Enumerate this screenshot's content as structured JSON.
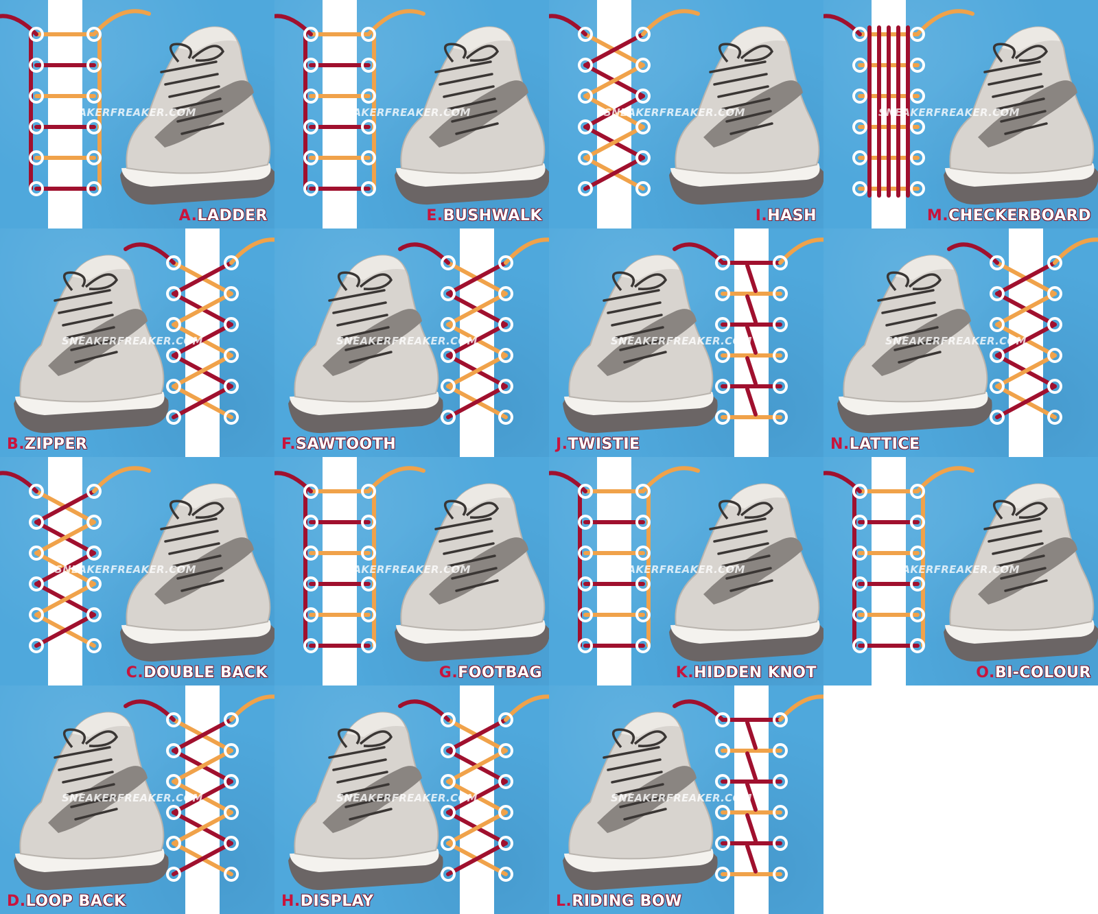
{
  "watermark": "SNEAKERFREAKER.COM",
  "colors": {
    "background": "#4fa8dc",
    "lace_red": "#a0102e",
    "lace_orange": "#f0a24a",
    "strip": "#ffffff",
    "eyelet": "#ffffff"
  },
  "panels": [
    {
      "id": "ladder",
      "letter": "A.",
      "name": "LADDER",
      "col": 0,
      "row": 0,
      "side": "left",
      "pattern": "ladder"
    },
    {
      "id": "bushwalk",
      "letter": "E.",
      "name": "BUSHWALK",
      "col": 1,
      "row": 0,
      "side": "left",
      "pattern": "bars"
    },
    {
      "id": "hash",
      "letter": "I.",
      "name": "HASH",
      "col": 2,
      "row": 0,
      "side": "left",
      "pattern": "cross"
    },
    {
      "id": "checkerboard",
      "letter": "M.",
      "name": "CHECKERBOARD",
      "col": 3,
      "row": 0,
      "side": "left",
      "pattern": "checker"
    },
    {
      "id": "zipper",
      "letter": "B.",
      "name": "ZIPPER",
      "col": 0,
      "row": 1,
      "side": "right",
      "pattern": "cross"
    },
    {
      "id": "sawtooth",
      "letter": "F.",
      "name": "SAWTOOTH",
      "col": 1,
      "row": 1,
      "side": "right",
      "pattern": "diag"
    },
    {
      "id": "twistie",
      "letter": "J.",
      "name": "TWISTIE",
      "col": 2,
      "row": 1,
      "side": "right",
      "pattern": "zig"
    },
    {
      "id": "lattice",
      "letter": "N.",
      "name": "LATTICE",
      "col": 3,
      "row": 1,
      "side": "right",
      "pattern": "cross"
    },
    {
      "id": "double-back",
      "letter": "C.",
      "name": "DOUBLE BACK",
      "col": 0,
      "row": 2,
      "side": "left",
      "pattern": "cross"
    },
    {
      "id": "footbag",
      "letter": "G.",
      "name": "FOOTBAG",
      "col": 1,
      "row": 2,
      "side": "left",
      "pattern": "bars"
    },
    {
      "id": "hidden-knot",
      "letter": "K.",
      "name": "HIDDEN KNOT",
      "col": 2,
      "row": 2,
      "side": "left",
      "pattern": "ladder"
    },
    {
      "id": "bi-colour",
      "letter": "O.",
      "name": "BI-COLOUR",
      "col": 3,
      "row": 2,
      "side": "left",
      "pattern": "bars"
    },
    {
      "id": "loop-back",
      "letter": "D.",
      "name": "LOOP BACK",
      "col": 0,
      "row": 3,
      "side": "right",
      "pattern": "cross"
    },
    {
      "id": "display",
      "letter": "H.",
      "name": "DISPLAY",
      "col": 1,
      "row": 3,
      "side": "right",
      "pattern": "cross"
    },
    {
      "id": "riding-bow",
      "letter": "L.",
      "name": "RIDING BOW",
      "col": 2,
      "row": 3,
      "side": "right",
      "pattern": "zig"
    }
  ]
}
